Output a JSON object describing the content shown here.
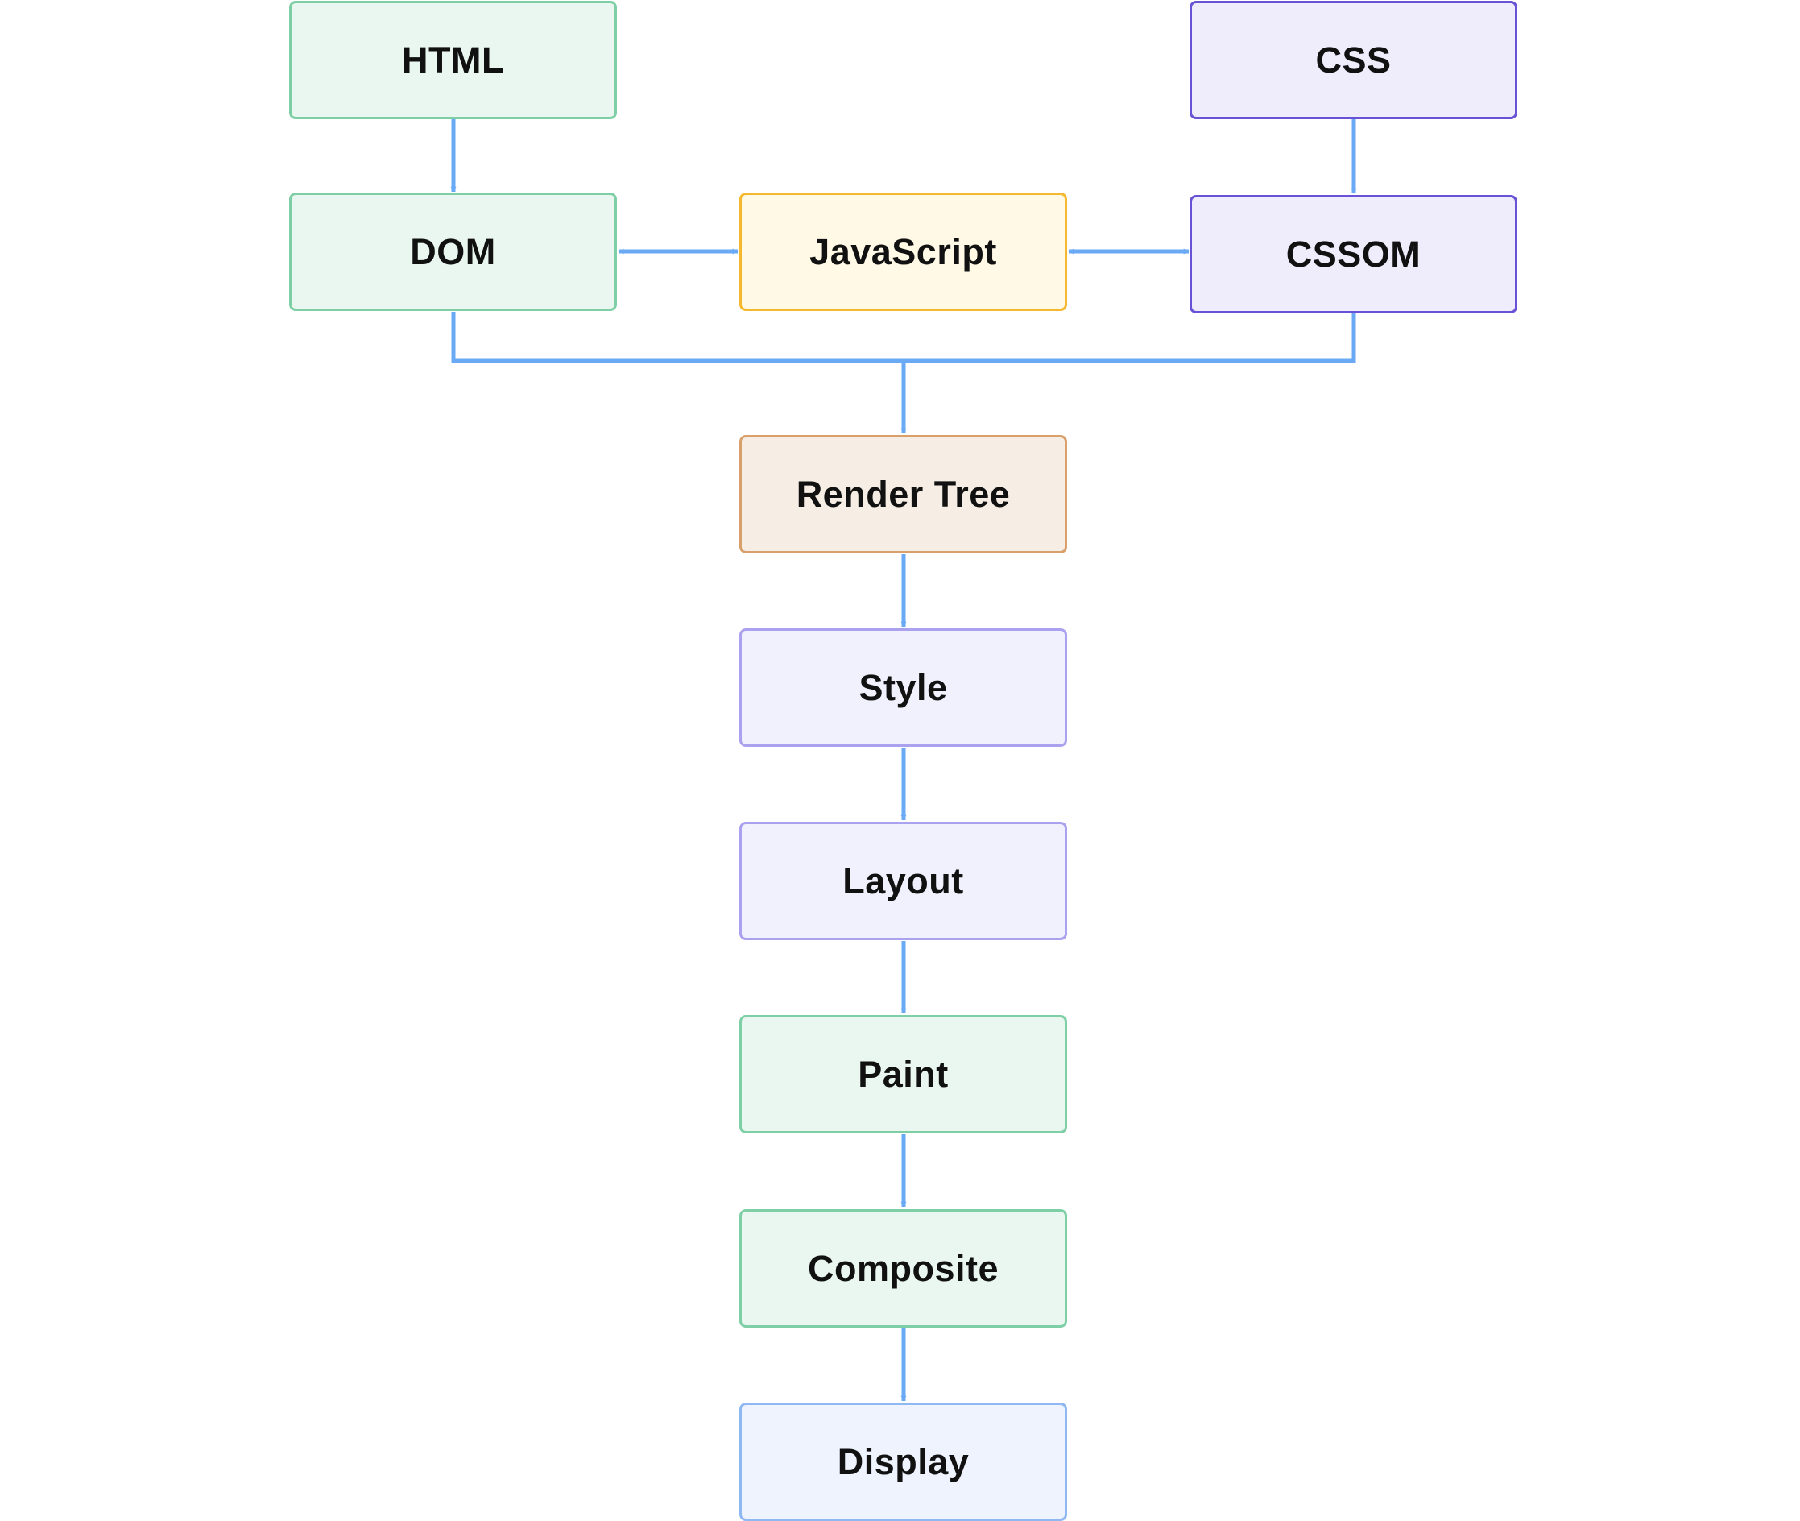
{
  "nodes": {
    "html": "HTML",
    "css": "CSS",
    "dom": "DOM",
    "javascript": "JavaScript",
    "cssom": "CSSOM",
    "render_tree": "Render Tree",
    "style": "Style",
    "layout": "Layout",
    "paint": "Paint",
    "composite": "Composite",
    "display": "Display"
  },
  "colors": {
    "arrow": "#6aa9f4",
    "green_fill": "#eaf7f0",
    "green_border": "#7fcfa6",
    "purple_fill": "#efecfb",
    "purple_border": "#6a52d6",
    "lavender_fill": "#f1f0fd",
    "lavender_border": "#aaa2ee",
    "yellow_fill": "#fff9e6",
    "yellow_border": "#f5b82e",
    "tan_fill": "#f6eee4",
    "tan_border": "#d9a06b",
    "blue_fill": "#eef3fd",
    "blue_border": "#8fb8f2"
  }
}
